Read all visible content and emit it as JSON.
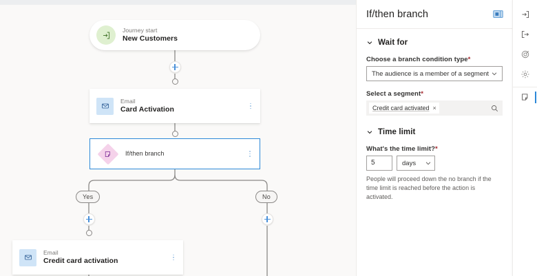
{
  "canvas": {
    "nodes": [
      {
        "id": "journey-start",
        "kind": "start",
        "subtitle": "Journey start",
        "title": "New Customers",
        "icon": "enter-arrow-icon"
      },
      {
        "id": "email-card-activation",
        "kind": "email",
        "subtitle": "Email",
        "title": "Card Activation",
        "icon": "envelope-icon"
      },
      {
        "id": "if-then-branch",
        "kind": "branch",
        "label": "If/then branch",
        "icon": "branch-note-icon",
        "selected": true
      },
      {
        "id": "email-credit-card-activation",
        "kind": "email",
        "subtitle": "Email",
        "title": "Credit card activation",
        "icon": "envelope-icon"
      }
    ],
    "branch_labels": {
      "yes": "Yes",
      "no": "No"
    },
    "add_button_label": "+",
    "colors": {
      "background": "#faf9f8",
      "selection": "#2b88d8",
      "connector": "#8a8886",
      "plus_accent": "#4a90d9",
      "start_icon_bg": "#dff0d0",
      "email_icon_bg": "#cfe4f7",
      "branch_icon_bg": "#f5d2ea"
    }
  },
  "panel": {
    "title": "If/then branch",
    "header_icon": "panel-layout-icon",
    "sections": [
      {
        "id": "wait-for",
        "label": "Wait for",
        "expanded": true,
        "fields": [
          {
            "id": "branch-condition-type",
            "label": "Choose a branch condition type",
            "required": true,
            "required_mark": "*",
            "type": "select",
            "value": "The audience is a member of a segment"
          },
          {
            "id": "select-segment",
            "label": "Select a segment",
            "required": true,
            "required_mark": "*",
            "type": "picker",
            "chips": [
              {
                "text": "Credit card activated",
                "remove": "×"
              }
            ],
            "search_icon": "search-icon"
          }
        ]
      },
      {
        "id": "time-limit",
        "label": "Time limit",
        "expanded": true,
        "fields": [
          {
            "id": "time-limit-value",
            "label": "What's the time limit?",
            "required": true,
            "required_mark": "*",
            "type": "duration",
            "amount": "5",
            "unit": "days",
            "helper": "People will proceed down the no branch if the time limit is reached before the action is activated."
          }
        ]
      }
    ]
  },
  "rail": {
    "items": [
      {
        "id": "entry",
        "icon": "arrow-into-box-icon",
        "active": false
      },
      {
        "id": "exit",
        "icon": "arrow-out-of-box-icon",
        "active": false
      },
      {
        "id": "goals",
        "icon": "target-icon",
        "active": false
      },
      {
        "id": "settings",
        "icon": "gear-icon",
        "active": false
      },
      {
        "id": "branch-properties",
        "icon": "branch-note-icon",
        "active": true
      }
    ],
    "accent": "#2b88d8"
  }
}
